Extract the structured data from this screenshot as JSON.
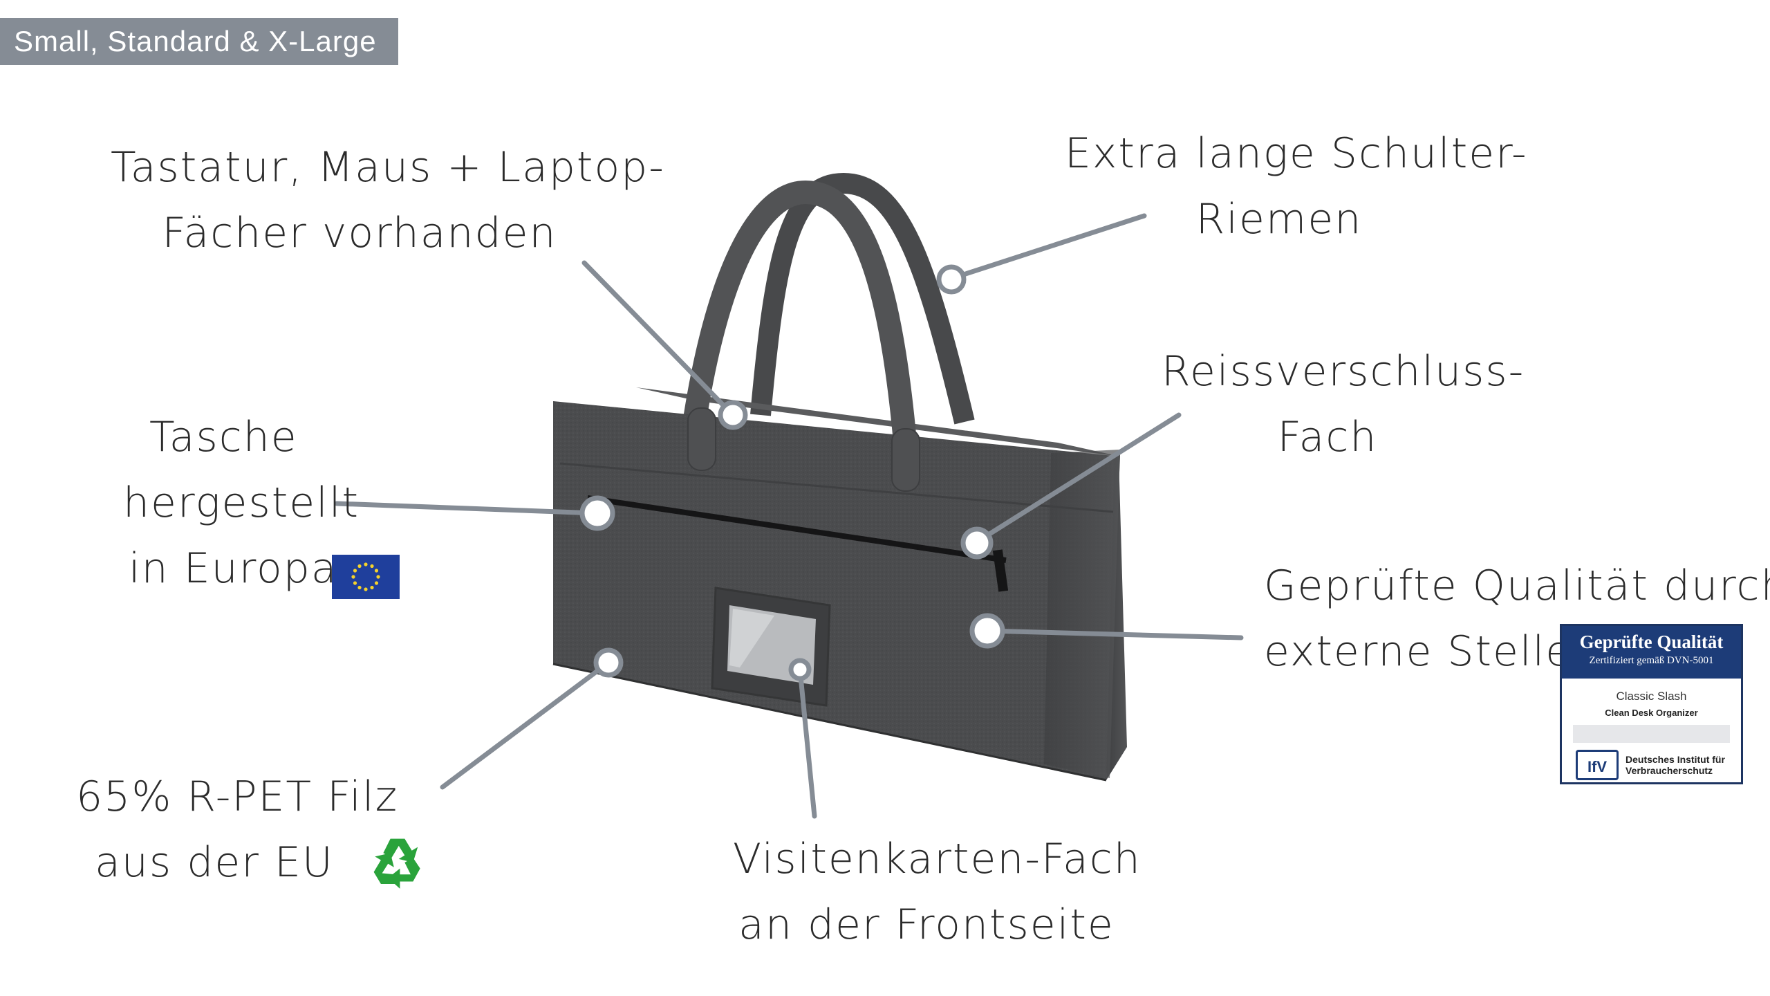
{
  "size_tag": "Small, Standard & X-Large",
  "labels": {
    "keyboard": {
      "line1": "Tastatur, Maus + Laptop-",
      "line2": "Fächer vorhanden"
    },
    "strap": {
      "line1": "Extra lange Schulter-",
      "line2": "Riemen"
    },
    "zipper": {
      "line1": "Reissverschluss-",
      "line2": "Fach"
    },
    "europe": {
      "line1": "Tasche",
      "line2": "hergestellt",
      "line3": "in Europa"
    },
    "quality": {
      "line1": "Geprüfte Qualität durch",
      "line2": "externe Stellen"
    },
    "felt": {
      "line1": "65% R-PET Filz",
      "line2": "aus der EU"
    },
    "card": {
      "line1": "Visitenkarten-Fach",
      "line2": "an der Frontseite"
    }
  },
  "badge": {
    "title": "Geprüfte Qualität",
    "subtitle": "Zertifiziert gemäß DVN-5001",
    "product": "Classic Slash",
    "product_line": "Clean Desk Organizer",
    "logo": "IfV",
    "org_line1": "Deutsches Institut für",
    "org_line2": "Verbraucherschutz"
  },
  "icons": {
    "eu": "eu-flag-icon",
    "recycle": "recycle-icon"
  },
  "colors": {
    "tag_bg": "#858c95",
    "leader": "#858c95",
    "felt": "#4b4c4e",
    "badge_blue": "#1d3c78",
    "recycle_green": "#2aa33b",
    "eu_blue": "#1f3f9c",
    "eu_star": "#f4d22c"
  }
}
